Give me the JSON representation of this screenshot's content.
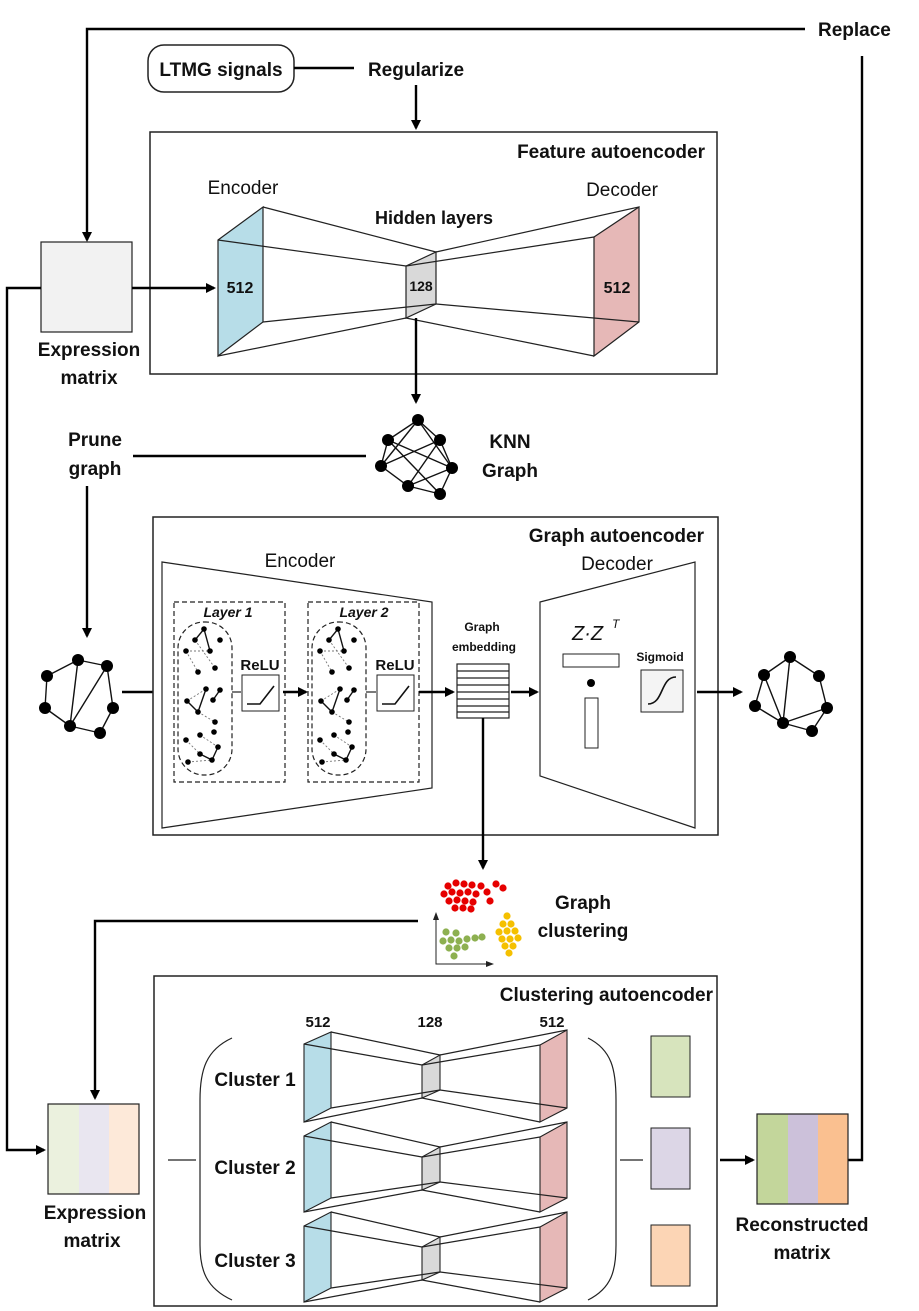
{
  "labels": {
    "replace": "Replace",
    "ltmg_signals": "LTMG signals",
    "regularize": "Regularize",
    "feature_ae_title": "Feature autoencoder",
    "encoder": "Encoder",
    "decoder": "Decoder",
    "hidden_layers": "Hidden layers",
    "dim_512": "512",
    "dim_128": "128",
    "expression_matrix_1": "Expression",
    "expression_matrix_2": "matrix",
    "prune_graph_1": "Prune",
    "prune_graph_2": "graph",
    "knn_graph_1": "KNN",
    "knn_graph_2": "Graph",
    "graph_ae_title": "Graph autoencoder",
    "layer_1": "Layer 1",
    "layer_2": "Layer 2",
    "relu": "ReLU",
    "graph_embedding_1": "Graph",
    "graph_embedding_2": "embedding",
    "sigmoid": "Sigmoid",
    "zzt_base": "Z·Z",
    "zzt_sup": "T",
    "graph_clustering_1": "Graph",
    "graph_clustering_2": "clustering",
    "clustering_ae_title": "Clustering autoencoder",
    "cluster_1": "Cluster 1",
    "cluster_2": "Cluster 2",
    "cluster_3": "Cluster 3",
    "reconstructed_1": "Reconstructed",
    "reconstructed_2": "matrix"
  },
  "colors": {
    "encoder_blue": "#b7dde8",
    "decoder_red": "#e6b8b7",
    "hidden_gray": "#d9d9d9",
    "matrix_gray": "#f2f2f2",
    "cluster_green": "#d7e4bd",
    "cluster_purple": "#dcd6e6",
    "cluster_orange": "#fcd5b5",
    "light_green": "#ebf1de",
    "light_purple": "#e9e6f0",
    "light_orange": "#fde9d9",
    "recon_green": "#c3d69b",
    "recon_purple": "#ccc1da",
    "recon_orange": "#fac090",
    "cluster_dot_red": "#e60000",
    "cluster_dot_green": "#8db050",
    "cluster_dot_yellow": "#f5c000"
  }
}
